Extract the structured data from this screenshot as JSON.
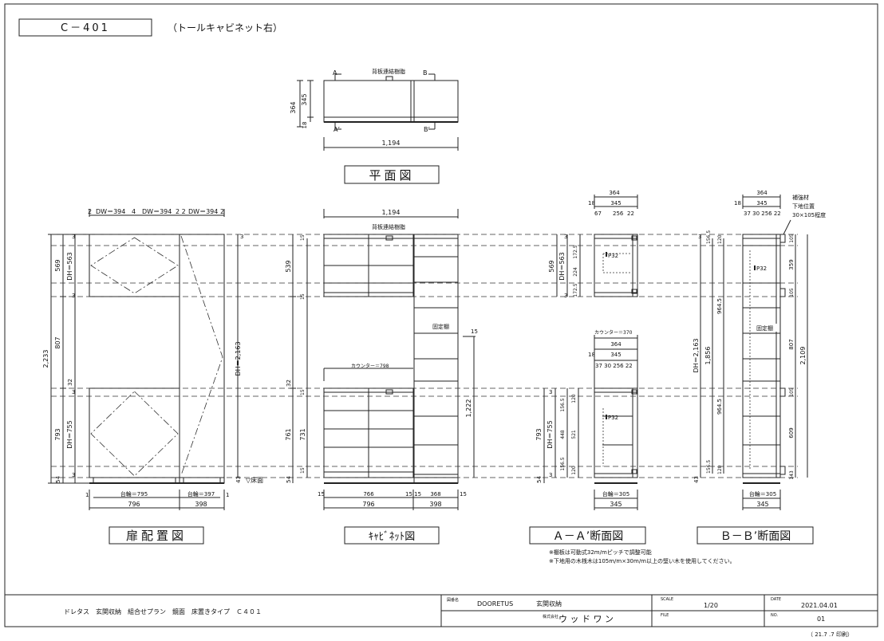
{
  "header": {
    "code": "C－401",
    "subtitle": "（トールキャビネット右）"
  },
  "plan": {
    "label_back": "背板連結樹脂",
    "sec_a": "A",
    "sec_a2": "A’",
    "sec_b": "B",
    "sec_b2": "B’",
    "dim_364": "364",
    "dim_345": "345",
    "dim_18": "18",
    "dim_width": "1,194",
    "title": "平面図"
  },
  "door": {
    "top_dims": [
      "2",
      "DW＝394",
      "4",
      "DW＝394",
      "2 2",
      "DW＝394",
      "2"
    ],
    "left_outer": "2,233",
    "left_569": "569",
    "left_807": "807",
    "left_793": "793",
    "dh_563": "DH＝563",
    "dh_755": "DH＝755",
    "dh_2163": "DH＝2,163",
    "n3": "3",
    "n32": "32",
    "n54": "54",
    "n43": "43",
    "floor": "▽床面",
    "caster_795": "台輪＝795",
    "caster_397": "台輪＝397",
    "n1": "1",
    "w796": "796",
    "w398": "398",
    "title": "扉配置図"
  },
  "cab": {
    "width": "1,194",
    "back": "背板連結樹脂",
    "counter": "カウンター＝798",
    "fixed": "固定棚",
    "d15": "15",
    "d539": "539",
    "d761": "761",
    "d731": "731",
    "d1222": "1,222",
    "d54": "54",
    "b15": "15",
    "b766": "766",
    "b15b": "15 15",
    "b368": "368",
    "b796": "796",
    "b398": "398",
    "title": "ｷｬﾋﾞﾈｯﾄ図"
  },
  "aa": {
    "d364": "364",
    "d18": "18",
    "d345": "345",
    "d67": "67",
    "d256": "256",
    "d22": "22",
    "d569": "569",
    "dh563": "DH＝563",
    "d172a": "172.5",
    "d224": "224",
    "d172b": "172.5",
    "p32": "P32",
    "counter": "カウンター＝370",
    "l_364": "364",
    "l_18": "18",
    "l_345": "345",
    "l_row": "37 30 256 22",
    "d793": "793",
    "dh755": "DH＝755",
    "d156a": "156.5",
    "d448": "448",
    "d521": "521",
    "d156b": "156.5",
    "d120a": "120",
    "d120b": "120",
    "caster": "台輪＝305",
    "w345": "345",
    "title": "Ａ－Ａ’断面図"
  },
  "bb": {
    "d364": "364",
    "d18": "18",
    "d345": "345",
    "d_row": "37 30 256 22",
    "note1": "補強材",
    "note2": "下地位置",
    "note3": "30×105程度",
    "p32": "P32",
    "fixed": "固定棚",
    "dh2163": "DH＝2,163",
    "d1856": "1,856",
    "d964a": "964.5",
    "d964b": "964.5",
    "d156a": "156.5",
    "d156b": "156.5",
    "d120a": "120",
    "d120b": "120",
    "r359": "359",
    "r105a": "105",
    "r807": "807",
    "r105b": "105",
    "r609": "609",
    "r143": "143",
    "r105c": "105",
    "r2109": "2,109",
    "caster": "台輪＝305",
    "w345": "345",
    "title": "Ｂ－Ｂ’断面図"
  },
  "notes": {
    "n1": "※棚板は可動式32m/mピッチで調整可能",
    "n2": "※下地用の木桟木は105m/m×30m/m以上の堅い木を使用してください。"
  },
  "titleblock": {
    "desc": "ドレタス　玄関収納　組合せプラン　鏡面　床置きタイプ　Ｃ４０１",
    "drawing_label": "図番名",
    "drawing_name": "DOORETUS",
    "category": "玄関収納",
    "company_label": "株式会社",
    "company": "ウ ッ ド ワ ン",
    "scale_label": "SCALE",
    "scale": "1/20",
    "file_label": "FILE",
    "date_label": "DATE",
    "date": "2021.04.01",
    "no_label": "NO.",
    "no": "01",
    "print": "（ 21.7 .7  印刷）"
  }
}
